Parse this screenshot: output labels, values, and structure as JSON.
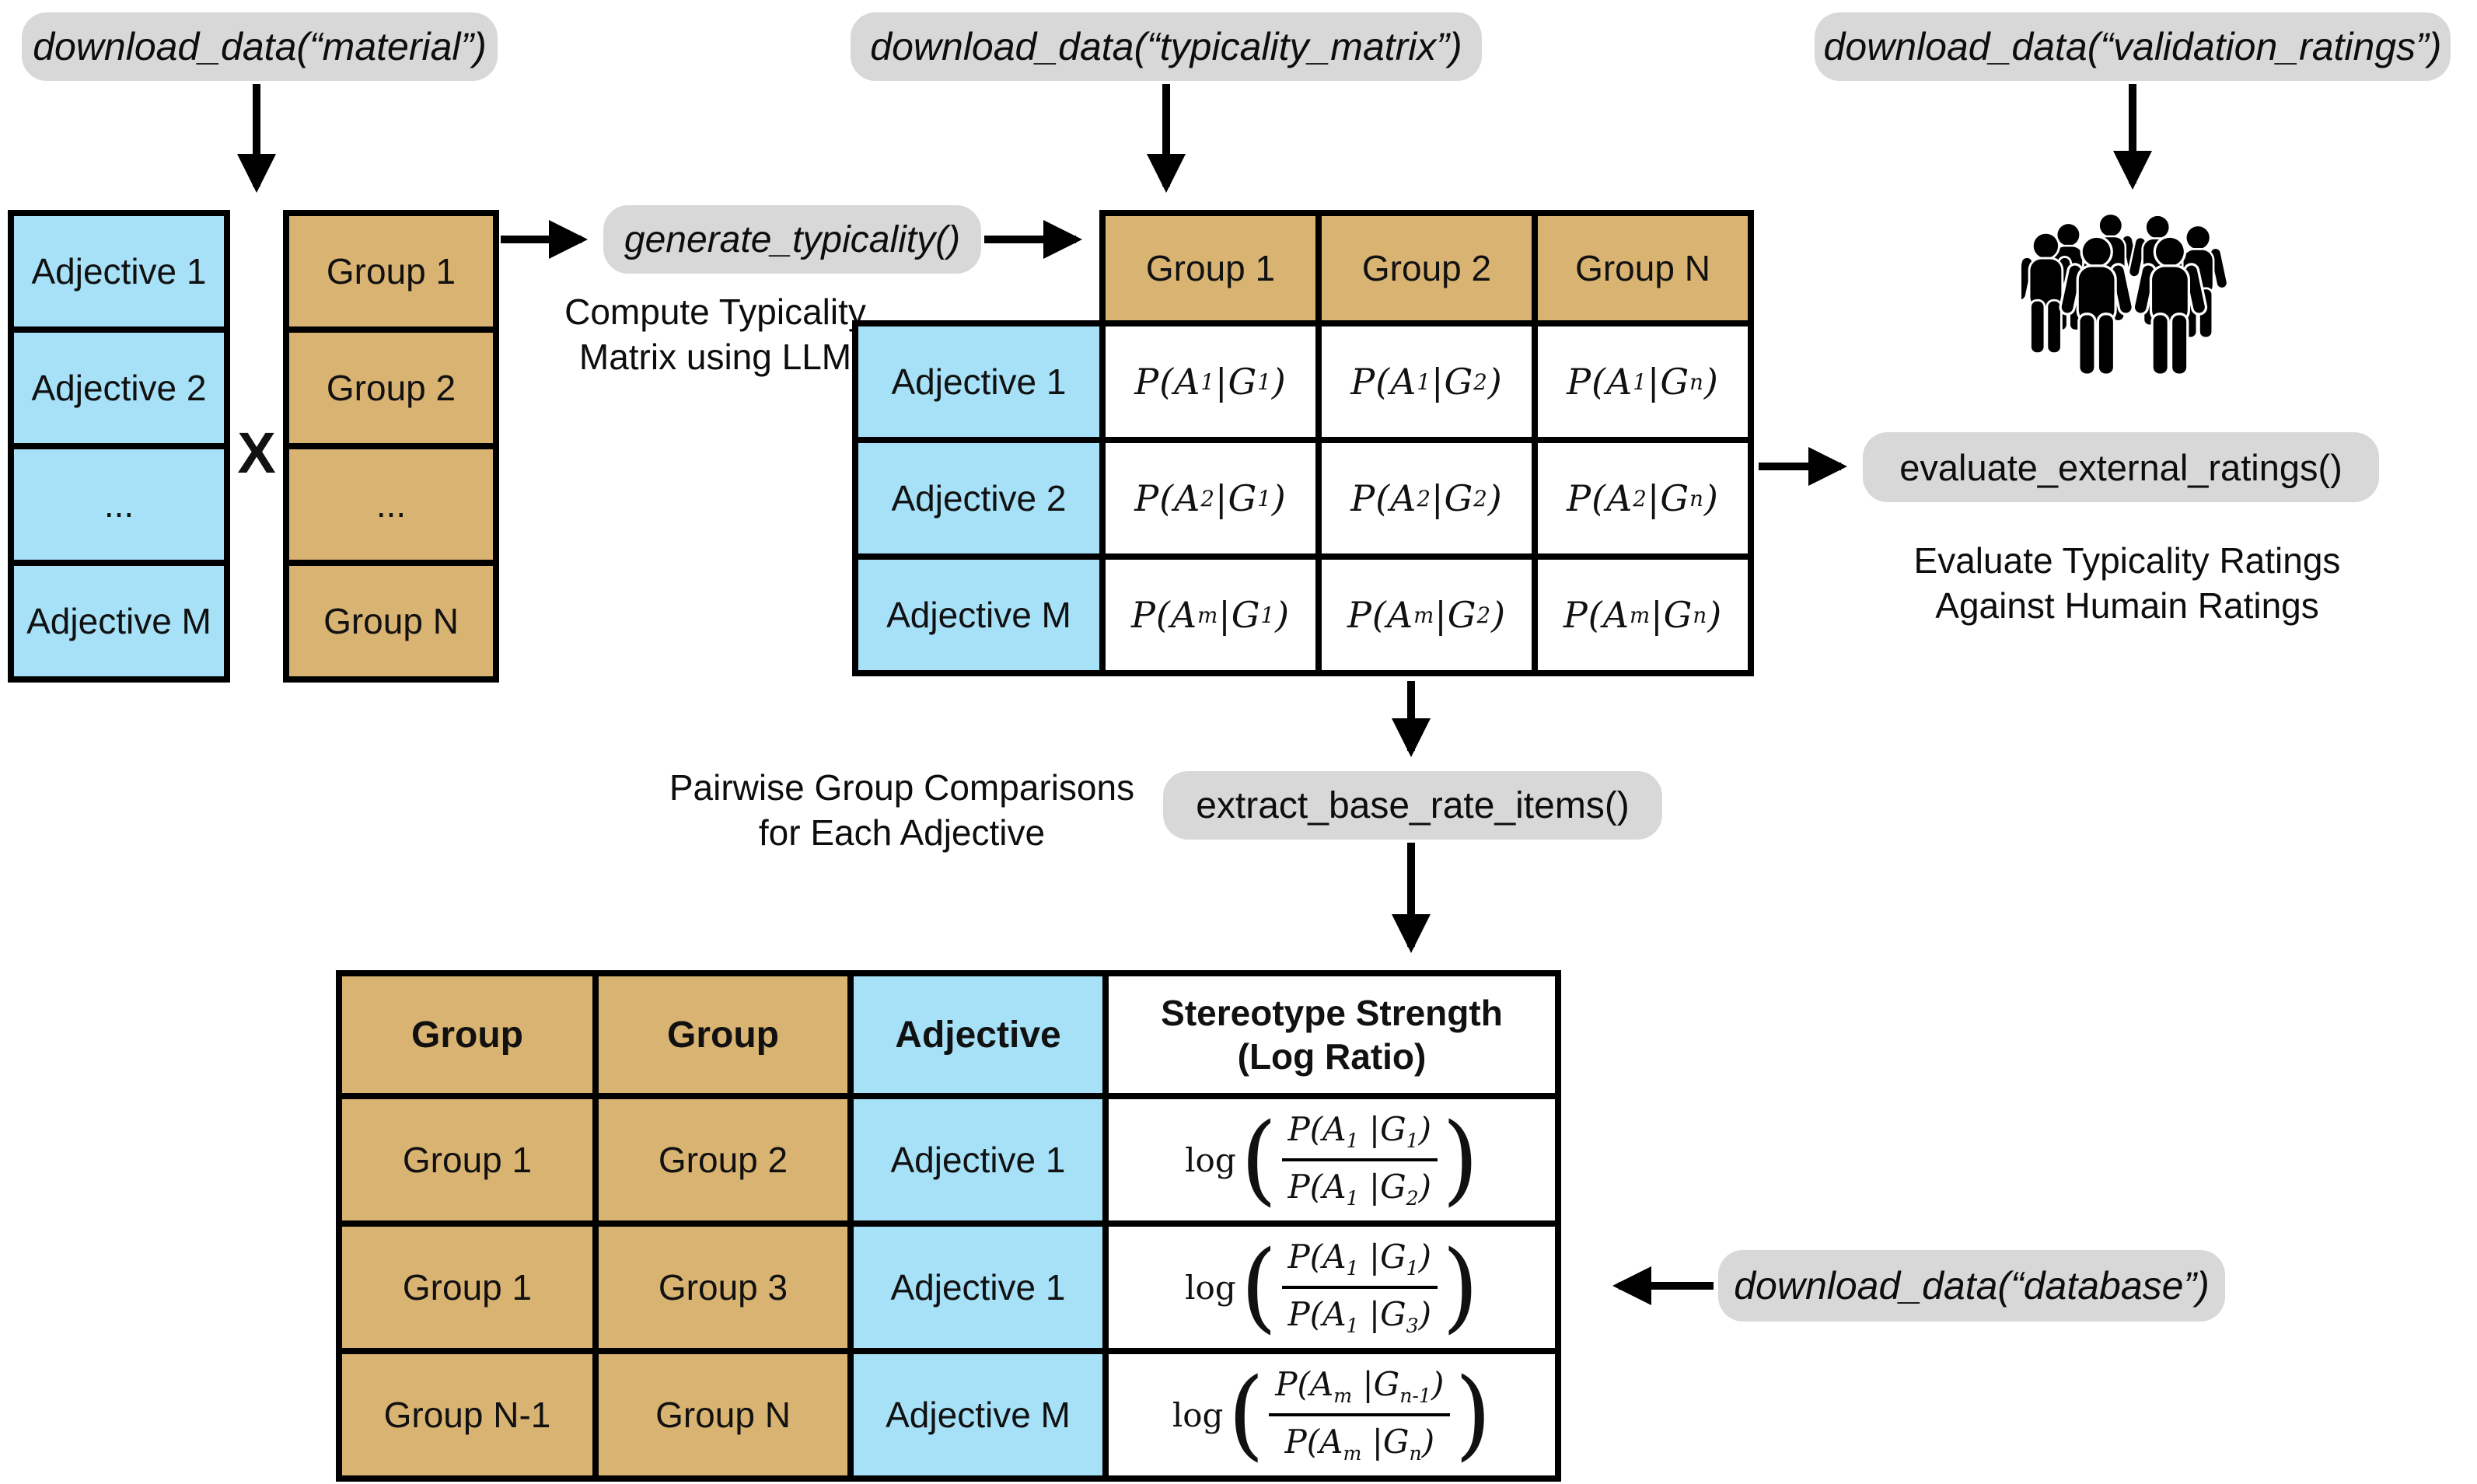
{
  "colors": {
    "tan": "#D9B371",
    "blue": "#A6E1F8",
    "pill_gray": "#D8D8D8",
    "ink": "#0d0d0d"
  },
  "top_pills": {
    "material": "download_data(“material”)",
    "typicality_matrix": "download_data(“typicality_matrix”)",
    "validation_ratings": "download_data(“validation_ratings”)"
  },
  "adjective_column": {
    "items": [
      "Adjective 1",
      "Adjective 2",
      "...",
      "Adjective M"
    ]
  },
  "group_column": {
    "items": [
      "Group 1",
      "Group 2",
      "...",
      "Group N"
    ]
  },
  "cross_operator": "X",
  "generate_pill": "generate_typicality()",
  "generate_caption": {
    "line1": "Compute Typicality",
    "line2": "Matrix using LLM"
  },
  "typicality_matrix": {
    "col_headers": [
      "Group 1",
      "Group 2",
      "Group N"
    ],
    "row_headers": [
      "Adjective 1",
      "Adjective 2",
      "Adjective M"
    ],
    "cells": [
      [
        "P(A_{1} |G_{1})",
        "P(A_{1} |G_{2})",
        "P(A_{1} |G_{n})"
      ],
      [
        "P(A_{2} |G_{1})",
        "P(A_{2} |G_{2})",
        "P(A_{2} |G_{n})"
      ],
      [
        "P(A_{m} |G_{1})",
        "P(A_{m} |G_{2})",
        "P(A_{m} |G_{n})"
      ]
    ]
  },
  "evaluate_pill": "evaluate_external_ratings()",
  "evaluate_caption": {
    "line1": "Evaluate Typicality Ratings",
    "line2": "Against Humain Ratings"
  },
  "pairwise_caption": {
    "line1": "Pairwise Group Comparisons",
    "line2": "for Each Adjective"
  },
  "extract_pill": "extract_base_rate_items()",
  "base_rate_table": {
    "headers": {
      "col1": "Group",
      "col2": "Group",
      "col3": "Adjective",
      "col4_line1": "Stereotype Strength",
      "col4_line2": "(Log Ratio)"
    },
    "rows": [
      {
        "group_a": "Group 1",
        "group_b": "Group 2",
        "adjective": "Adjective 1",
        "formula": {
          "fn": "log",
          "num": "P(A_{1} |G_{1})",
          "den": "P(A_{1} |G_{2})"
        }
      },
      {
        "group_a": "Group 1",
        "group_b": "Group 3",
        "adjective": "Adjective 1",
        "formula": {
          "fn": "log",
          "num": "P(A_{1} |G_{1})",
          "den": "P(A_{1} |G_{3})"
        }
      },
      {
        "group_a": "Group N-1",
        "group_b": "Group N",
        "adjective": "Adjective M",
        "formula": {
          "fn": "log",
          "num": "P(A_{m} |G_{n-1})",
          "den": "P(A_{m} |G_{n})"
        }
      }
    ]
  },
  "database_pill": "download_data(“database”)",
  "math": {
    "lparen": "(",
    "rparen": ")"
  }
}
